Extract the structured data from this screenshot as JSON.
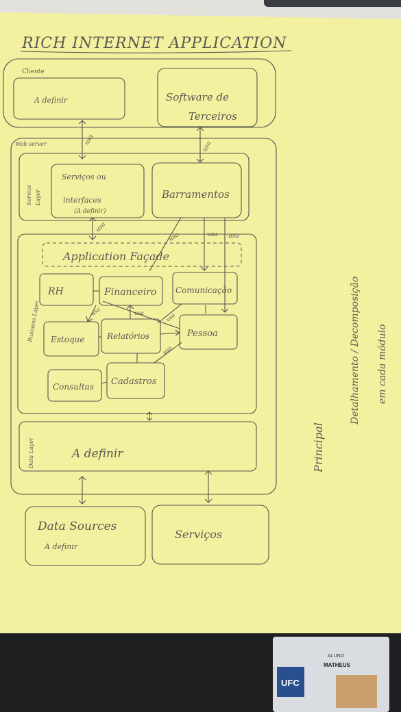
{
  "diagram": {
    "title": "RICH INTERNET APPLICATION",
    "client": {
      "label": "Cliente",
      "box_a": "A definir",
      "box_b_line1": "Software de",
      "box_b_line2": "Terceiros"
    },
    "web_server_label": "Web server",
    "service_layer": {
      "label_line1": "Service",
      "label_line2": "Layer",
      "box_a_line1": "Serviços ou",
      "box_a_line2": "interfaces",
      "box_a_line3": "(A definir)",
      "box_b": "Barramentos"
    },
    "business_layer": {
      "label": "Business Layer",
      "facade": "Application Façade",
      "modules": {
        "rh": "RH",
        "financeiro": "Financeiro",
        "comunicacao": "Comunicação",
        "estoque": "Estoque",
        "relatorios": "Relatórios",
        "pessoa": "Pessoa",
        "consultas": "Consultas",
        "cadastros": "Cadastros"
      }
    },
    "data_layer": {
      "label": "Data Layer",
      "box": "A definir"
    },
    "data_sources": {
      "line1": "Data Sources",
      "line2": "A definir"
    },
    "servicos": "Serviços",
    "uses_label": "usa",
    "side_note": {
      "line1": "Principal",
      "line2": "Detalhamento / Decomposição",
      "line3": "em cada módulo"
    },
    "badge": {
      "brand": "UFC",
      "role": "ALUNO",
      "name": "MATHEUS"
    }
  }
}
